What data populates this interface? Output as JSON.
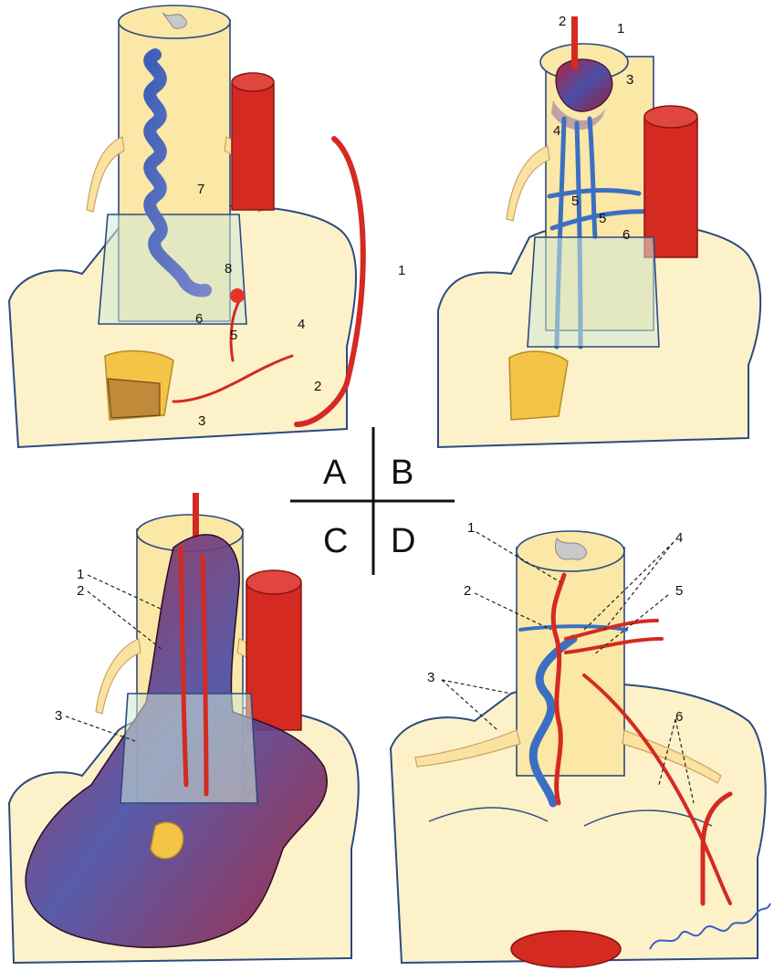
{
  "panels": {
    "A": {
      "letter": "A",
      "labels": [
        "1",
        "2",
        "3",
        "4",
        "5",
        "6",
        "7",
        "8"
      ]
    },
    "B": {
      "letter": "B",
      "labels": [
        "1",
        "2",
        "3",
        "4",
        "5",
        "5",
        "6"
      ]
    },
    "C": {
      "letter": "C",
      "labels": [
        "1",
        "2",
        "3"
      ]
    },
    "D": {
      "letter": "D",
      "labels": [
        "1",
        "2",
        "3",
        "4",
        "5",
        "6"
      ]
    }
  },
  "colors": {
    "artery": "#d42a22",
    "vein": "#3b6fc2",
    "cord": "#fbe7a6",
    "bone": "#fdf1c9",
    "outline": "#2b4a80",
    "dura": "#cfe9d7",
    "fat": "#f3c445"
  },
  "signature": "signature"
}
